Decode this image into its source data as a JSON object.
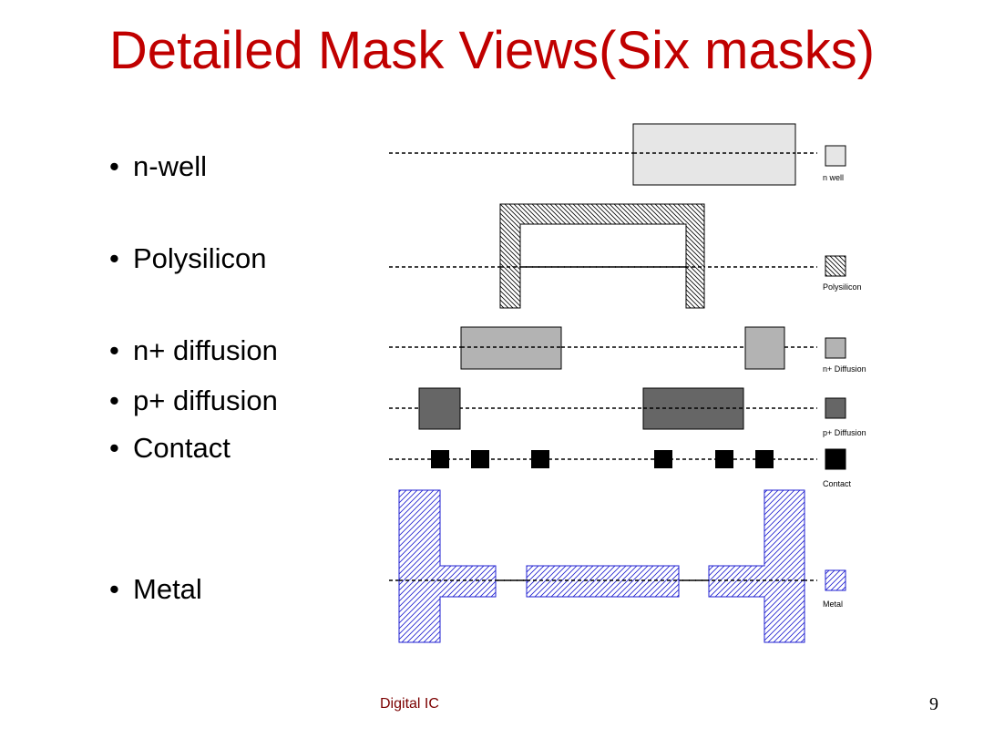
{
  "slide": {
    "title": "Detailed Mask Views(Six masks)",
    "footer": "Digital IC",
    "page_number": "9"
  },
  "bullets": [
    {
      "marker": "•",
      "label": "n-well"
    },
    {
      "marker": "•",
      "label": "Polysilicon"
    },
    {
      "marker": "•",
      "label": "n+ diffusion"
    },
    {
      "marker": "•",
      "label": "p+ diffusion"
    },
    {
      "marker": "•",
      "label": "Contact"
    },
    {
      "marker": "•",
      "label": "Metal"
    }
  ],
  "legend": [
    {
      "label": "n well"
    },
    {
      "label": "Polysilicon"
    },
    {
      "label": "n+ Diffusion"
    },
    {
      "label": "p+ Diffusion"
    },
    {
      "label": "Contact"
    },
    {
      "label": "Metal"
    }
  ],
  "colors": {
    "title": "#c00000",
    "nwell_fill": "#e6e6e6",
    "ndiff_fill": "#b3b3b3",
    "pdiff_fill": "#666666",
    "contact_fill": "#000000",
    "metal_stroke": "#1f1fd0"
  }
}
